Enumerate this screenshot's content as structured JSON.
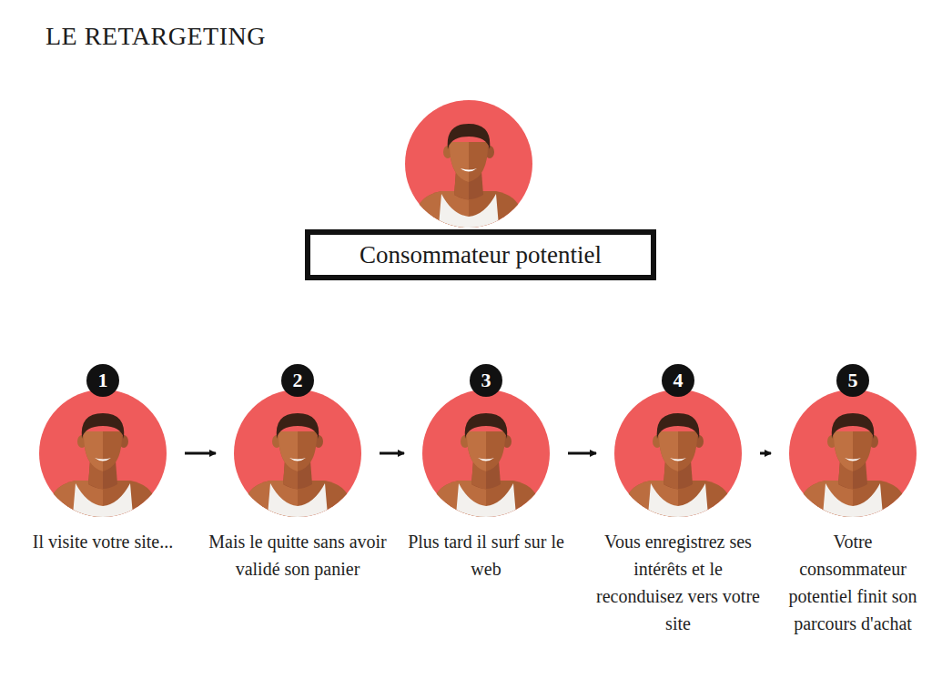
{
  "diagram": {
    "title": "LE RETARGETING",
    "nodes": [
      {
        "text": [
          "Consommateur potentiel"
        ]
      },
      {
        "text": [
          "1",
          "Il visite votre site..."
        ]
      },
      {
        "text": [
          "2",
          "Mais le quitte sans avoir validé son panier"
        ]
      },
      {
        "text": [
          "3",
          "Plus tard il surf sur le web"
        ]
      },
      {
        "text": [
          "4",
          "Vous enregistrez ses intérêts et le reconduisez vers votre site"
        ]
      },
      {
        "text": [
          "5",
          "Votre consommateur potentiel finit son parcours d'achat"
        ]
      }
    ],
    "edges": [
      {
        "from": 1,
        "to": 2,
        "arrow": "to"
      },
      {
        "from": 2,
        "to": 3,
        "arrow": "to"
      },
      {
        "from": 3,
        "to": 4,
        "arrow": "to"
      },
      {
        "from": 4,
        "to": 5,
        "arrow": "to"
      }
    ]
  }
}
